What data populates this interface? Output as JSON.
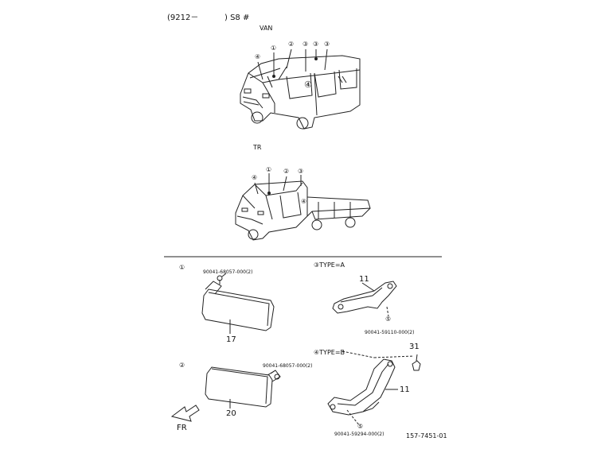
{
  "header": {
    "range": "(9212－",
    "model": ")  S8  #"
  },
  "views": {
    "van": "VAN",
    "truck": "TR"
  },
  "callouts": {
    "one": "①",
    "two": "②",
    "three": "③",
    "four": "④"
  },
  "sections": {
    "visor_left": "①",
    "visor_right": "②",
    "type_a": "③TYPE=A",
    "type_b": "④TYPE=B"
  },
  "parts": {
    "screw_visor_1": "90041-68057-000(2)",
    "screw_visor_2": "90041-68057-000(2)",
    "screw_grip_a": "90041-59110-000(2)",
    "screw_grip_b": "90041-59294-000(2)",
    "visor_1": "17",
    "visor_2": "20",
    "grip_a": "11",
    "grip_b": "11",
    "cap": "31",
    "marker_5": "⑤"
  },
  "footer": {
    "direction": "FR",
    "ref": "157-7451-01"
  }
}
